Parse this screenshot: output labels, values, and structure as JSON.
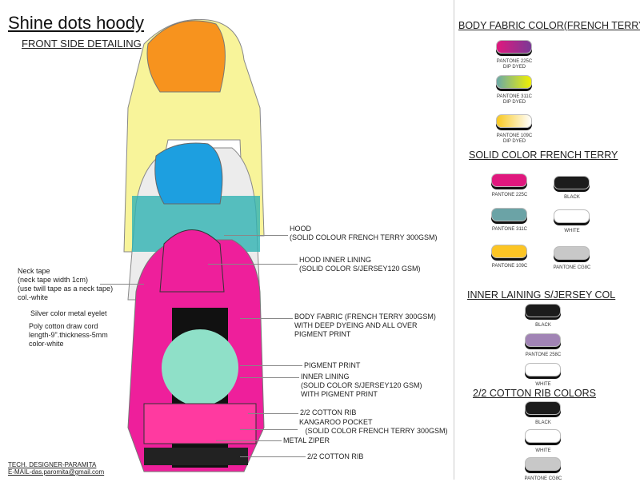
{
  "title": "Shine dots hoody",
  "subtitle": "FRONT SIDE DETAILING",
  "callouts": {
    "neck_tape": "Neck tape\n(neck tape width 1cm)\n(use twill tape as a neck tape)\ncol.-white",
    "eyelet": "Silver color metal eyelet",
    "draw_cord": "Poly cotton draw cord\nlength-9\".thickness-5mm\ncolor-white",
    "hood": "HOOD\n(SOLID COLOUR FRENCH TERRY 300GSM)",
    "hood_lining": "HOOD INNER LINING\n(SOLID COLOR S/JERSEY120 GSM)",
    "body_fabric": "BODY FABRIC (FRENCH TERRY 300GSM)\nWITH DEEP DYEING AND ALL OVER\nPIGMENT PRINT",
    "pigment_print": "PIGMENT PRINT",
    "inner_lining": "INNER LINING\n(SOLID COLOR S/JERSEY120 GSM)\nWITH PIGMENT PRINT",
    "rib_cuff": "2/2 COTTON RIB",
    "kangaroo": "KANGAROO POCKET\n   (SOLID COLOR FRENCH TERRY 300GSM)",
    "zipper": "METAL ZIPER",
    "rib_hem": "2/2 COTTON RIB"
  },
  "footer": {
    "designer": "TECH. DESIGNER-PARAMITA",
    "email": "E-MAIL-das.paromita@gmail.com"
  },
  "body_fabric": {
    "heading": "BODY FABRIC COLOR(FRENCH TERRY)",
    "swatches": [
      {
        "label": "PANTONE 225C\nDIP DYED",
        "from": "#e0187e",
        "to": "#7a3a96"
      },
      {
        "label": "PANTONE 311C\nDIP DYED",
        "from": "#6aa9a6",
        "to": "#f2f000"
      },
      {
        "label": "PANTONE 109C\nDIP DYED",
        "from": "#f8c820",
        "to": "#ffffff"
      }
    ]
  },
  "solid": {
    "heading": "SOLID COLOR FRENCH TERRY",
    "swatches": [
      {
        "label": "PANTONE 225C",
        "color": "#e0187e"
      },
      {
        "label": "BLACK",
        "color": "#1c1c1c"
      },
      {
        "label": "PANTONE 311C",
        "color": "#6ba3a6"
      },
      {
        "label": "WHITE",
        "color": "#ffffff"
      },
      {
        "label": "PANTONE 109C",
        "color": "#fcc524"
      },
      {
        "label": "PANTONE CG8C",
        "color": "#c8c8c8"
      }
    ]
  },
  "inner": {
    "heading": "INNER LAINING S/JERSEY COL",
    "swatches": [
      {
        "label": "BLACK",
        "color": "#1c1c1c"
      },
      {
        "label": "PANTONE 258C",
        "color": "#a184b5"
      },
      {
        "label": "WHITE",
        "color": "#ffffff"
      }
    ]
  },
  "rib": {
    "heading": "2/2 COTTON RIB COLORS",
    "swatches": [
      {
        "label": "BLACK",
        "color": "#1c1c1c"
      },
      {
        "label": "WHITE",
        "color": "#ffffff"
      },
      {
        "label": "PANTONE CG8C",
        "color": "#c8c8c8"
      }
    ]
  }
}
